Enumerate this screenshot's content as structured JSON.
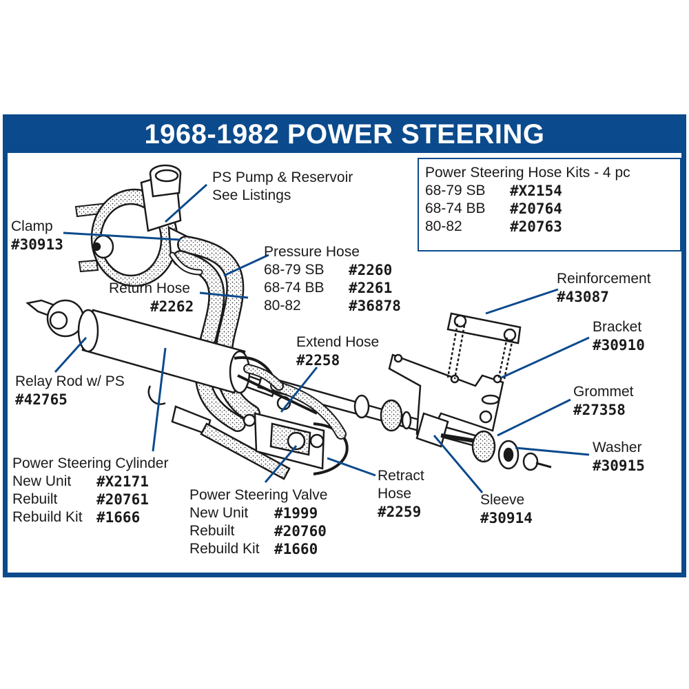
{
  "title": "1968-1982 POWER STEERING",
  "colors": {
    "accent": "#0b4a8c",
    "leader": "#0b4a8c",
    "ink": "#1a1a1a"
  },
  "hose_kits": {
    "heading": "Power Steering Hose Kits - 4 pc",
    "rows": [
      {
        "label": "68-79 SB",
        "part": "#X2154"
      },
      {
        "label": "68-74 BB",
        "part": "#20764"
      },
      {
        "label": "80-82",
        "part": "#20763"
      }
    ]
  },
  "callouts": {
    "pump": {
      "line1": "PS Pump & Reservoir",
      "line2": "See Listings"
    },
    "clamp": {
      "label": "Clamp",
      "part": "#30913"
    },
    "pressure_hose": {
      "label": "Pressure Hose",
      "rows": [
        {
          "label": "68-79 SB",
          "part": "#2260"
        },
        {
          "label": "68-74 BB",
          "part": "#2261"
        },
        {
          "label": "80-82",
          "part": "#36878"
        }
      ]
    },
    "return_hose": {
      "label": "Return Hose",
      "part": "#2262"
    },
    "extend_hose": {
      "label": "Extend Hose",
      "part": "#2258"
    },
    "relay_rod": {
      "label": "Relay Rod w/ PS",
      "part": "#42765"
    },
    "cylinder": {
      "label": "Power Steering Cylinder",
      "rows": [
        {
          "label": "New Unit",
          "part": "#X2171"
        },
        {
          "label": "Rebuilt",
          "part": "#20761"
        },
        {
          "label": "Rebuild Kit",
          "part": "#1666"
        }
      ]
    },
    "valve": {
      "label": "Power Steering Valve",
      "rows": [
        {
          "label": "New Unit",
          "part": "#1999"
        },
        {
          "label": "Rebuilt",
          "part": "#20760"
        },
        {
          "label": "Rebuild Kit",
          "part": "#1660"
        }
      ]
    },
    "retract_hose": {
      "line1": "Retract",
      "line2": "Hose",
      "part": "#2259"
    },
    "reinforcement": {
      "label": "Reinforcement",
      "part": "#43087"
    },
    "bracket": {
      "label": "Bracket",
      "part": "#30910"
    },
    "grommet": {
      "label": "Grommet",
      "part": "#27358"
    },
    "washer": {
      "label": "Washer",
      "part": "#30915"
    },
    "sleeve": {
      "label": "Sleeve",
      "part": "#30914"
    }
  }
}
